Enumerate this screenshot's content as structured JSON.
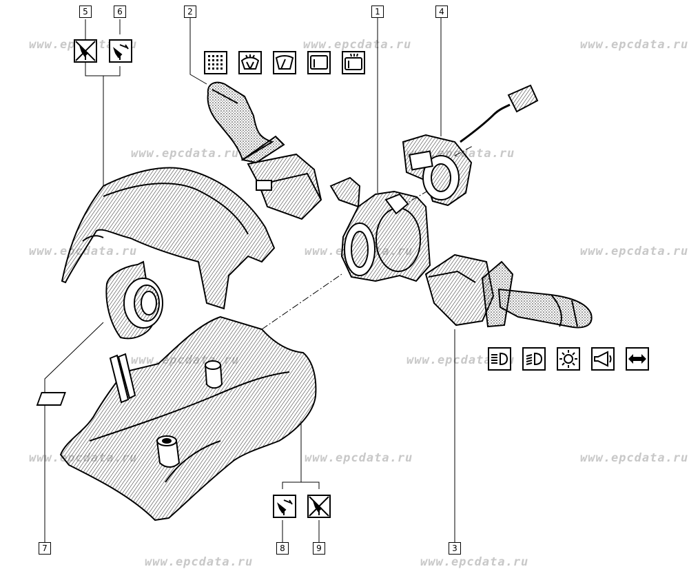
{
  "watermark": "www.epcdata.ru",
  "callouts": {
    "c1": "1",
    "c2": "2",
    "c3": "3",
    "c4": "4",
    "c5": "5",
    "c6": "6",
    "c7": "7",
    "c8": "8",
    "c9": "9"
  },
  "icons": {
    "top_row": [
      "rear-defrost-grid-icon",
      "windshield-washer-icon",
      "windshield-wiper-icon",
      "rear-window-wiper-icon",
      "rear-washer-icon"
    ],
    "bottom_row": [
      "high-beam-icon",
      "fog-light-icon",
      "hazard-light-icon",
      "horn-icon",
      "turn-signal-icon"
    ],
    "fastening": [
      "remove-screw-crossed-icon",
      "screw-fastening-icon"
    ]
  }
}
